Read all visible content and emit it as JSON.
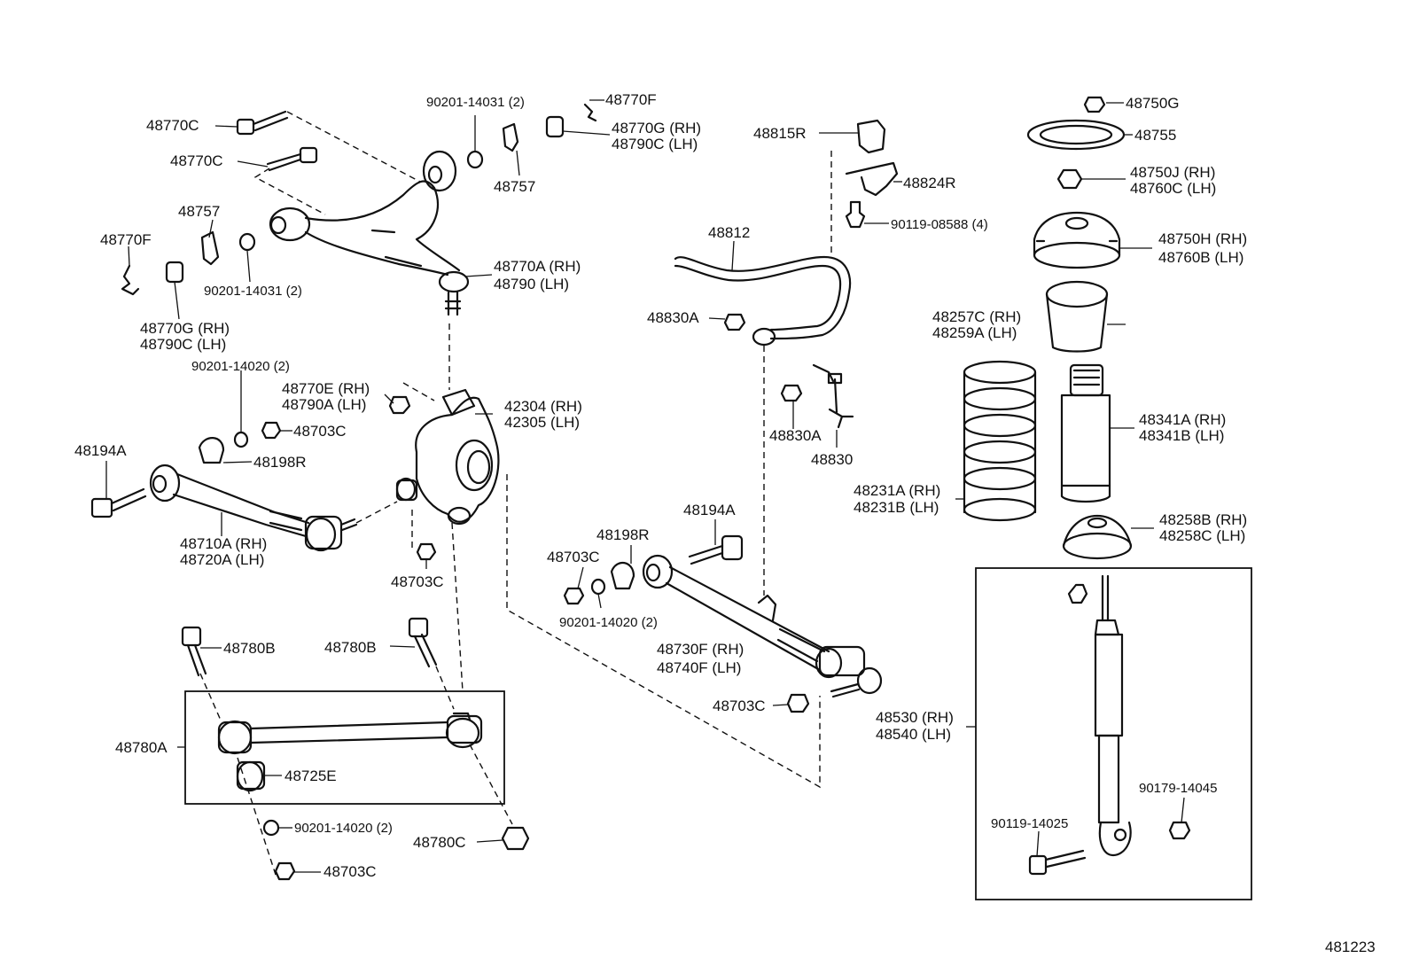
{
  "diagram_id": "481223",
  "labels": {
    "p_48770C_a": "48770C",
    "p_48770C_b": "48770C",
    "p_90201_14031_a": "90201-14031 (2)",
    "p_48770F_a": "48770F",
    "p_48770G_a_rh": "48770G (RH)",
    "p_48790C_a_lh": "48790C (LH)",
    "p_48757_a": "48757",
    "p_48757_b": "48757",
    "p_48770F_b": "48770F",
    "p_90201_14031_b": "90201-14031 (2)",
    "p_48770G_b_rh": "48770G (RH)",
    "p_48790C_b_lh": "48790C (LH)",
    "p_48770A_rh": "48770A (RH)",
    "p_48790_lh": "48790   (LH)",
    "p_90201_14020_a": "90201-14020 (2)",
    "p_48770E_rh": "48770E (RH)",
    "p_48790A_lh": "48790A (LH)",
    "p_42304_rh": "42304 (RH)",
    "p_42305_lh": "42305 (LH)",
    "p_48703C_a": "48703C",
    "p_48194A_a": "48194A",
    "p_48198R_a": "48198R",
    "p_48710A_rh": "48710A (RH)",
    "p_48720A_lh": "48720A (LH)",
    "p_48703C_b": "48703C",
    "p_48780B_a": "48780B",
    "p_48780B_b": "48780B",
    "p_48780A": "48780A",
    "p_48725E": "48725E",
    "p_90201_14020_c": "90201-14020 (2)",
    "p_48780C": "48780C",
    "p_48703C_c": "48703C",
    "p_48815R": "48815R",
    "p_48824R": "48824R",
    "p_90119_08588": "90119-08588 (4)",
    "p_48812": "48812",
    "p_48830A_a": "48830A",
    "p_48830A_b": "48830A",
    "p_48830": "48830",
    "p_48194A_b": "48194A",
    "p_48198R_b": "48198R",
    "p_48703C_d": "48703C",
    "p_90201_14020_b": "90201-14020 (2)",
    "p_48730F_rh": "48730F (RH)",
    "p_48740F_lh": "48740F (LH)",
    "p_48703C_e": "48703C",
    "p_48750G": "48750G",
    "p_48755": "48755",
    "p_48750J_rh": "48750J (RH)",
    "p_48760C_lh": "48760C (LH)",
    "p_48750H_rh": "48750H (RH)",
    "p_48760B_lh": "48760B (LH)",
    "p_48257C_rh": "48257C (RH)",
    "p_48259A_lh": "48259A (LH)",
    "p_48341A_rh": "48341A (RH)",
    "p_48341B_lh": "48341B (LH)",
    "p_48231A_rh": "48231A (RH)",
    "p_48231B_lh": "48231B (LH)",
    "p_48258B_rh": "48258B (RH)",
    "p_48258C_lh": "48258C (LH)",
    "p_48530_rh": "48530 (RH)",
    "p_48540_lh": "48540 (LH)",
    "p_90179_14045": "90179-14045",
    "p_90119_14025": "90119-14025"
  }
}
